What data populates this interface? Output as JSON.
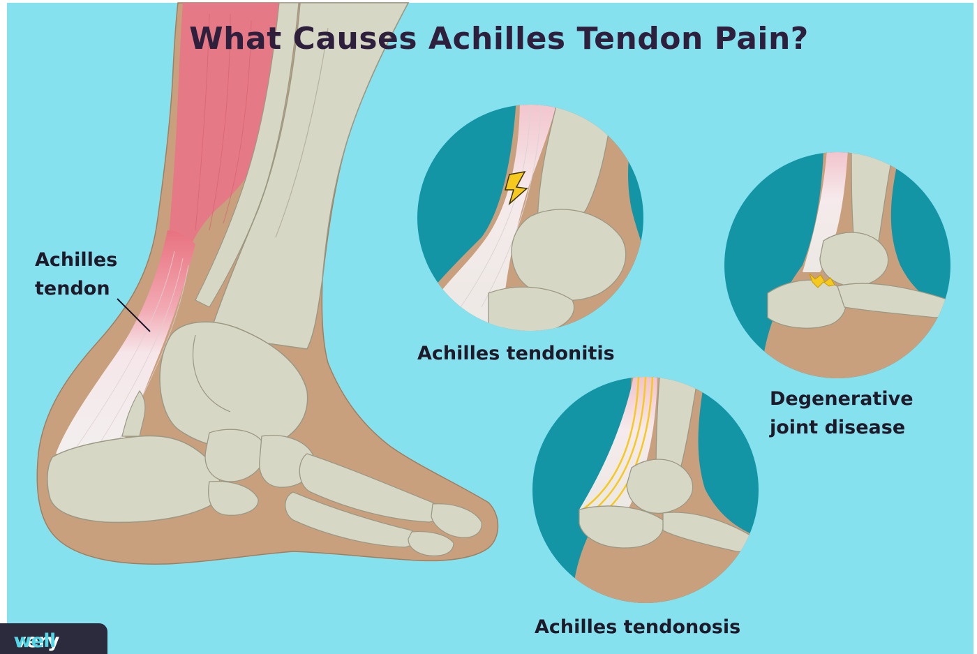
{
  "title": "What Causes Achilles Tendon Pain?",
  "labels": {
    "achilles_line1": "Achilles",
    "achilles_line2": "tendon",
    "tendonitis": "Achilles tendonitis",
    "degenerative_line1": "Degenerative",
    "degenerative_line2": "joint disease",
    "tendonosis": "Achilles tendonosis"
  },
  "logo": {
    "part1": "very",
    "part2": "well"
  },
  "colors": {
    "background": "#86e1ee",
    "title": "#2e1f3d",
    "skin": "#c8a07e",
    "bone": "#d7d7c6",
    "muscle": "#e57a86",
    "circle_bg": "#1495a5",
    "pain_yellow": "#f6c91f",
    "logo_bg": "#2b2b3d"
  }
}
